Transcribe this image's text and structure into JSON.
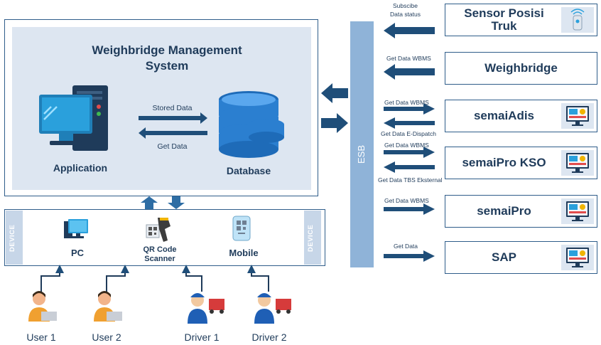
{
  "wbms": {
    "title_line1": "Weighbridge Management",
    "title_line2": "System",
    "application_label": "Application",
    "database_label": "Database",
    "stored_data_label": "Stored Data",
    "get_data_label": "Get Data"
  },
  "device_bar": {
    "side_label": "DEVICE",
    "pc_label": "PC",
    "qr_label_line1": "QR Code",
    "qr_label_line2": "Scanner",
    "mobile_label": "Mobile"
  },
  "users": [
    {
      "label": "User 1"
    },
    {
      "label": "User 2"
    },
    {
      "label": "Driver 1"
    },
    {
      "label": "Driver 2"
    }
  ],
  "esb": {
    "label": "ESB"
  },
  "systems": [
    {
      "name_line1": "Sensor Posisi",
      "name_line2": "Truk",
      "arrow_label_1": "Subscibe",
      "arrow_label_2": "Data status"
    },
    {
      "name_line1": "Weighbridge",
      "arrow_label_1": "Get Data WBMS"
    },
    {
      "name_line1": "semaiAdis",
      "arrow_label_1": "Get Data WBMS",
      "arrow_label_2": "Get Data E-Dispatch"
    },
    {
      "name_line1": "semaiPro KSO",
      "arrow_label_1": "Get Data WBMS",
      "arrow_label_2": "Get Data TBS Eksternal"
    },
    {
      "name_line1": "semaiPro",
      "arrow_label_1": "Get Data WBMS"
    },
    {
      "name_line1": "SAP",
      "arrow_label_1": "Get Data"
    }
  ],
  "colors": {
    "arrow": "#1f4e79",
    "esb": "#8fb3d8",
    "panel": "#dde6f1",
    "text": "#1f3b5a"
  }
}
